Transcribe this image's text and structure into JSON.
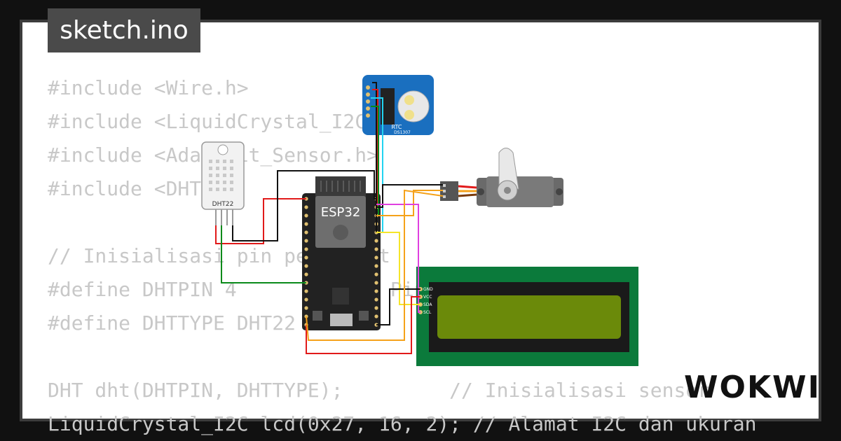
{
  "title": "sketch.ino",
  "brand": "WOKWI",
  "code_lines": [
    "#include <Wire.h>",
    "#include <LiquidCrystal_I2C.h>",
    "#include <Adafruit_Sensor.h>",
    "#include <DHT.h>",
    "",
    "// Inisialisasi pin perangkat",
    "#define DHTPIN 4          // Pin",
    "#define DHTTYPE DHT22",
    "",
    "DHT dht(DHTPIN, DHTTYPE);         // Inisialisasi sensor",
    "LiquidCrystal_I2C lcd(0x27, 16, 2); // Alamat I2C dan ukuran"
  ],
  "components": {
    "esp32_label": "ESP32",
    "dht_label": "DHT22",
    "rtc_label": "RTC",
    "rtc_model": "DS1307",
    "lcd_pins": [
      "GND",
      "VCC",
      "SDA",
      "SCL"
    ]
  },
  "colors": {
    "background": "#111111",
    "card": "#ffffff",
    "tab": "#4a4a4a",
    "code_text": "#c8c8c8",
    "esp32_board": "#222222",
    "rtc_board": "#1a6fbf",
    "lcd_board": "#0b7a3b",
    "lcd_screen": "#6b8a0a",
    "wire_red": "#e11a1a",
    "wire_black": "#111111",
    "wire_green": "#0a8a1a",
    "wire_cyan": "#22d3f0",
    "wire_yellow": "#f5e52a",
    "wire_orange": "#f5a21a",
    "wire_magenta": "#e040e0"
  }
}
